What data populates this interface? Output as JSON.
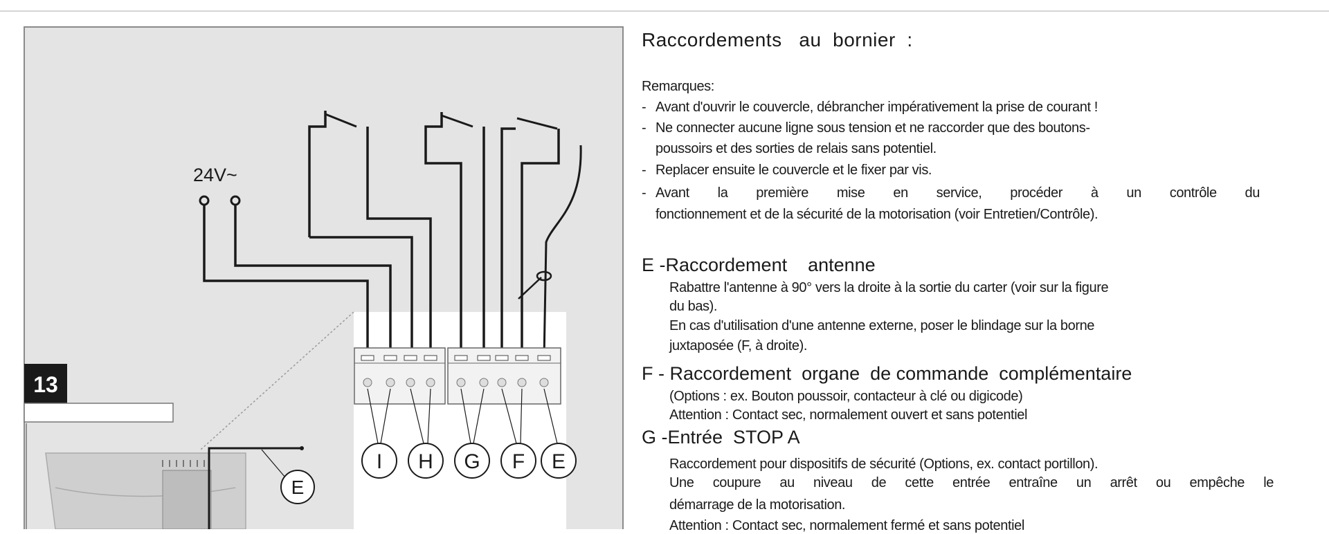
{
  "figure": {
    "number": "13",
    "voltage_label": "24V~",
    "terminal_labels": [
      "I",
      "H",
      "G",
      "F",
      "E"
    ],
    "antenna_label": "E"
  },
  "text": {
    "title": "Raccordements   au  bornier  :",
    "remarks_heading": "Remarques:",
    "remarks": [
      "Avant d'ouvrir le couvercle, débrancher impérativement la prise de courant !",
      "Ne connecter aucune ligne sous tension et ne raccorder que des boutons-",
      "poussoirs et des sorties de relais sans potentiel.",
      "Replacer ensuite le couvercle et le fixer par vis.",
      "Avant la première mise en service, procéder à un contrôle du",
      "fonctionnement et de la sécurité de la motorisation (voir Entretien/Contrôle)."
    ],
    "sections": [
      {
        "heading": "E -Raccordement    antenne",
        "lines": [
          "Rabattre l'antenne à 90° vers la droite à la sortie du carter (voir sur la figure",
          "du bas).",
          "En cas d'utilisation d'une antenne externe, poser le blindage sur la borne",
          "juxtaposée (F, à droite)."
        ]
      },
      {
        "heading": "F - Raccordement  organe  de commande  complémentaire",
        "lines": [
          "(Options : ex. Bouton poussoir, contacteur à clé ou digicode)",
          "Attention   : Contact sec, normalement ouvert et sans potentiel"
        ]
      },
      {
        "heading": "G -Entrée  STOP A",
        "lines": [
          "Raccordement pour dispositifs de sécurité (Options, ex. contact portillon).",
          "Une coupure au niveau de cette entrée entraîne un arrêt ou empêche le",
          "démarrage de la motorisation.",
          "Attention   : Contact sec, normalement fermé et sans potentiel"
        ]
      }
    ]
  }
}
